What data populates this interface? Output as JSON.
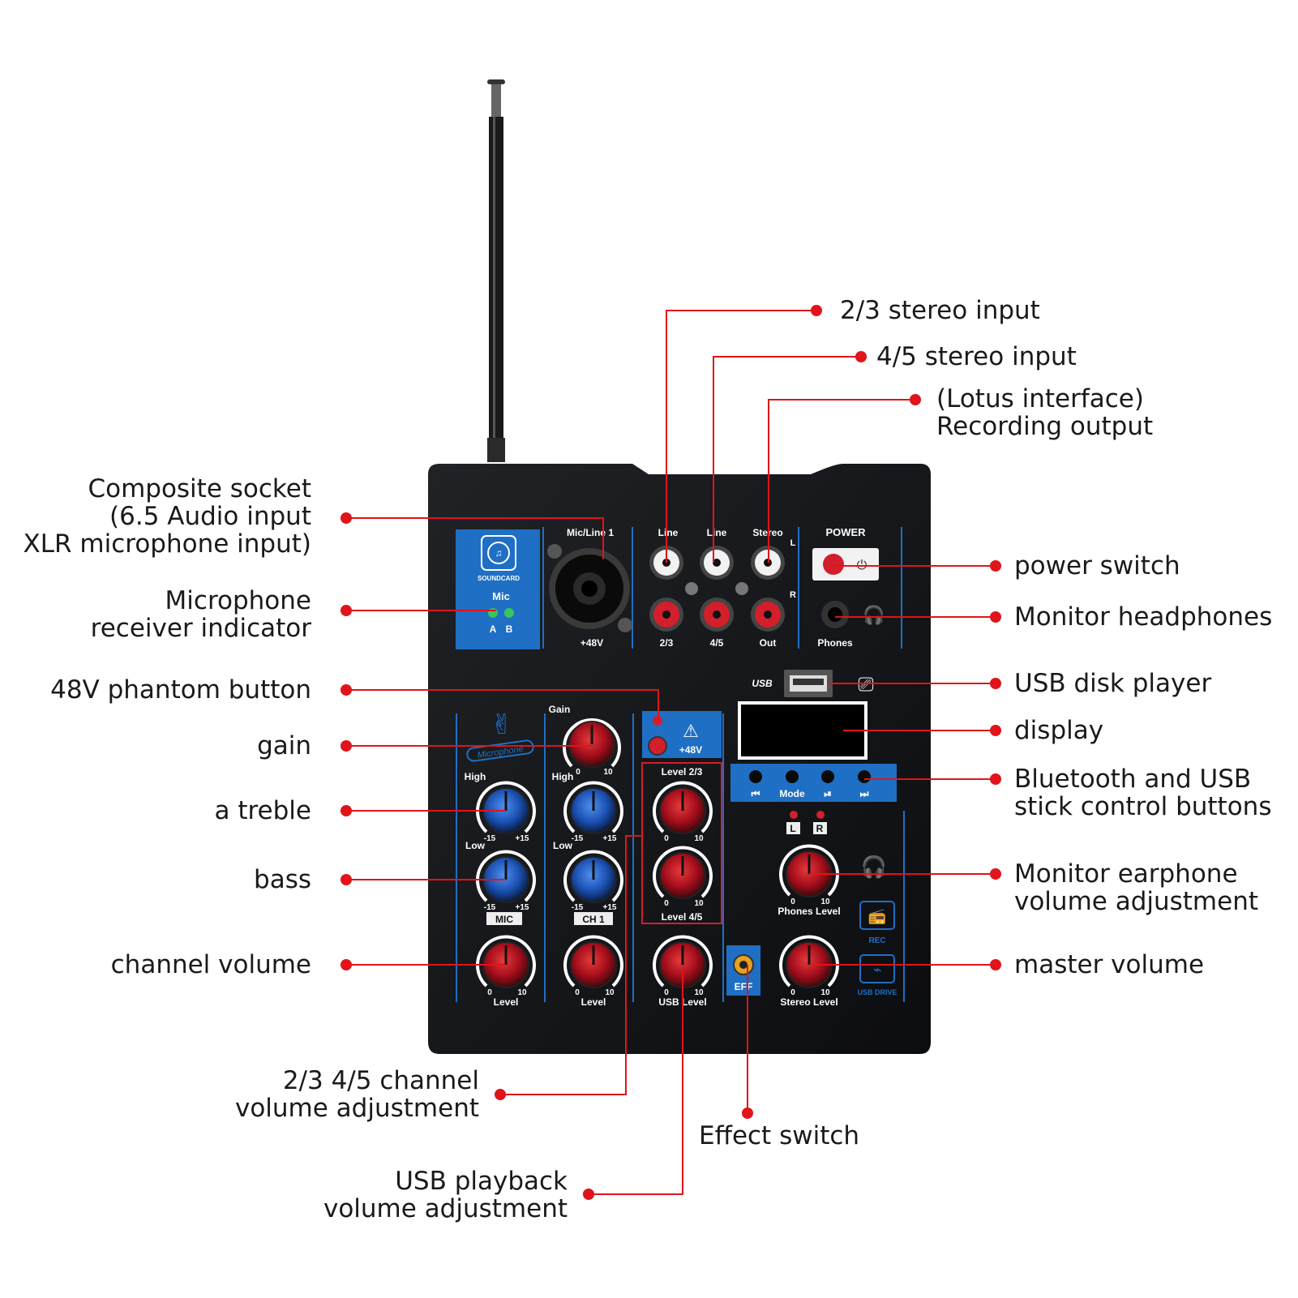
{
  "panel": {
    "soundcard": "SOUNDCARD",
    "mic_title": "Mic",
    "led_a": "A",
    "led_b": "B",
    "mic_line1": "Mic/Line 1",
    "plus48v_bottom": "+48V",
    "line1": "Line",
    "line2": "Line",
    "stereo": "Stereo",
    "l_mark": "L",
    "r_mark": "R",
    "jack_23": "2/3",
    "jack_45": "4/5",
    "jack_out": "Out",
    "power": "POWER",
    "phones": "Phones",
    "usb_logo": "USB",
    "microphone_logo": "Microphone",
    "gain": "Gain",
    "high1": "High",
    "high2": "High",
    "low1": "Low",
    "low2": "Low",
    "minus15": "-15",
    "plus15": "+15",
    "zero": "0",
    "ten": "10",
    "mic_tag": "MIC",
    "ch1_tag": "CH 1",
    "level": "Level",
    "plus48v_button": "+48V",
    "level23": "Level 2/3",
    "level45": "Level 4/5",
    "usb_level": "USB Level",
    "eff": "EFF",
    "mode": "Mode",
    "led_l": "L",
    "led_r": "R",
    "phones_level": "Phones Level",
    "stereo_level": "Stereo Level",
    "rec": "REC",
    "usb_drive": "USB DRIVE"
  },
  "callouts": {
    "composite_socket": "Composite socket\n(6.5 Audio input\nXLR microphone input)",
    "mic_receiver_indicator": "Microphone\nreceiver indicator",
    "phantom_48v": "48V phantom button",
    "gain": "gain",
    "treble": "a treble",
    "bass": "bass",
    "channel_volume": "channel volume",
    "ch23_45_volume": "2/3 4/5 channel\nvolume adjustment",
    "usb_playback": "USB playback\nvolume adjustment",
    "effect_switch": "Effect switch",
    "stereo_23": "2/3 stereo input",
    "stereo_45": "4/5 stereo input",
    "recording_output": "(Lotus interface)\nRecording output",
    "power_switch": "power switch",
    "monitor_headphones": "Monitor headphones",
    "usb_disk_player": "USB disk player",
    "display": "display",
    "bt_usb_buttons": "Bluetooth and USB\nstick control buttons",
    "monitor_earphone_volume": "Monitor earphone\nvolume adjustment",
    "master_volume": "master volume"
  },
  "colors": {
    "callout_line": "#e0141a",
    "panel_body": "#141518",
    "accent_blue": "#1f6fc4",
    "knob_red": "#c8102e",
    "knob_blue": "#1e5fc2"
  }
}
